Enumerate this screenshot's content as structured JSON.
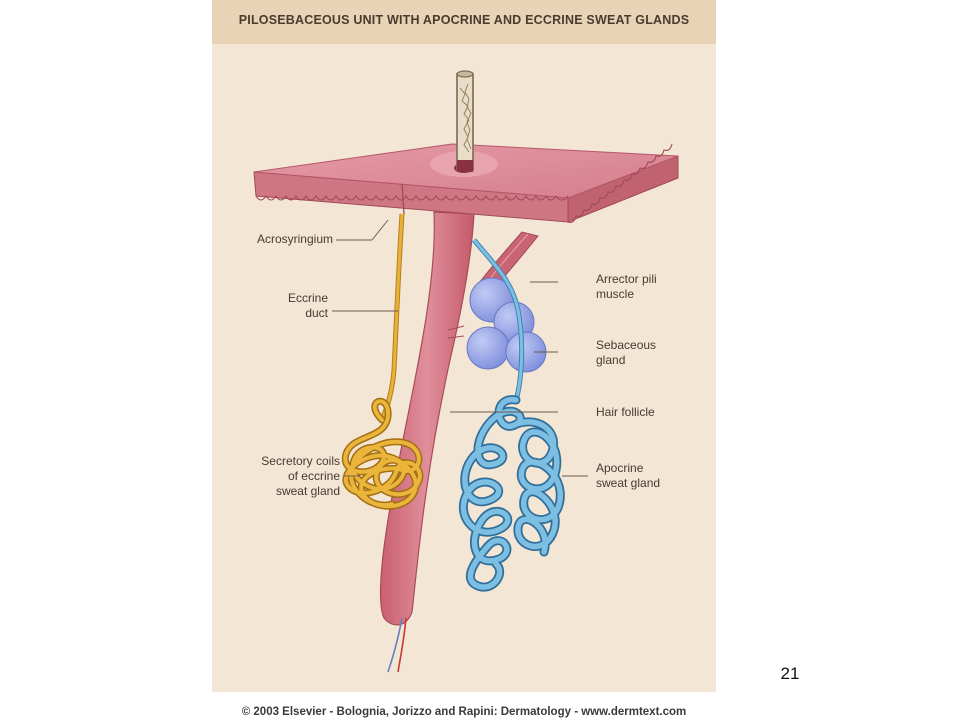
{
  "title": "PILOSEBACEOUS UNIT WITH APOCRINE AND ECCRINE SWEAT GLANDS",
  "labels": {
    "acrosyringium": "Acrosyringium",
    "eccrine_duct": [
      "Eccrine",
      "duct"
    ],
    "secretory_coils": [
      "Secretory coils",
      "of eccrine",
      "sweat gland"
    ],
    "arrector_pili": [
      "Arrector pili",
      "muscle"
    ],
    "sebaceous_gland": [
      "Sebaceous",
      "gland"
    ],
    "hair_follicle": "Hair follicle",
    "apocrine_gland": [
      "Apocrine",
      "sweat gland"
    ]
  },
  "copyright": "© 2003 Elsevier - Bolognia, Jorizzo and Rapini: Dermatology - www.dermtext.com",
  "page_number": "21",
  "colors": {
    "background": "#f3e6d4",
    "title_band": "#e8d3b6",
    "skin": "#d9808e",
    "eccrine": "#e0a72e",
    "apocrine": "#6bb0d6",
    "sebaceous": "#8c9ee6"
  }
}
